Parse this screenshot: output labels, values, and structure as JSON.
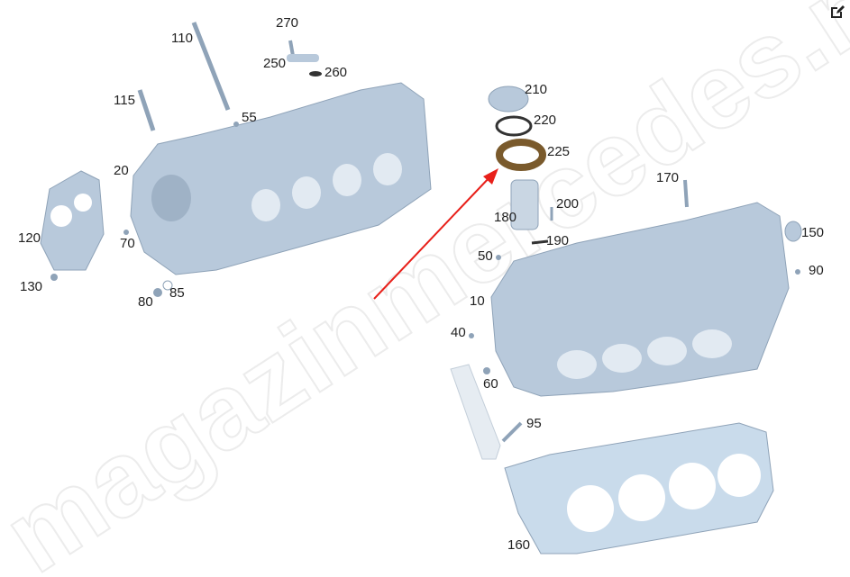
{
  "watermark": "magazinmercedes.ru",
  "toolbar": {
    "edit_icon": "edit-icon"
  },
  "colors": {
    "part": "#b8c9db",
    "part_dark": "#8fa3b8",
    "gasket": "#c9dbeb",
    "seal": "#7a5a2c",
    "arrow": "#e8201a"
  },
  "callouts": [
    "110",
    "270",
    "250",
    "260",
    "115",
    "55",
    "20",
    "120",
    "70",
    "130",
    "80",
    "85",
    "210",
    "220",
    "225",
    "170",
    "200",
    "180",
    "150",
    "190",
    "50",
    "90",
    "10",
    "40",
    "60",
    "95",
    "160"
  ]
}
